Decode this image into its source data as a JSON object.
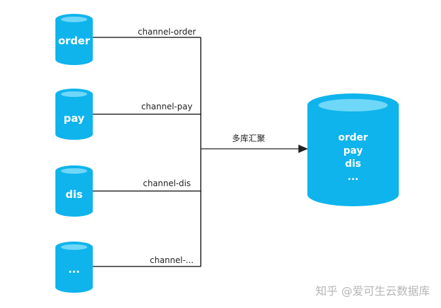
{
  "colors": {
    "cylinder_body": "#0fb4ec",
    "cylinder_top": "#6fd7f7",
    "line": "#000000",
    "arrow": "#222222"
  },
  "sources": [
    {
      "label": "order",
      "channel": "channel-order"
    },
    {
      "label": "pay",
      "channel": "channel-pay"
    },
    {
      "label": "dis",
      "channel": "channel-dis"
    },
    {
      "label": "...",
      "channel": "channel-..."
    }
  ],
  "merge": {
    "label": "多库汇聚"
  },
  "target": {
    "lines": [
      "order",
      "pay",
      "dis",
      "..."
    ]
  },
  "watermark": {
    "text": "知乎 @爱可生云数据库"
  }
}
